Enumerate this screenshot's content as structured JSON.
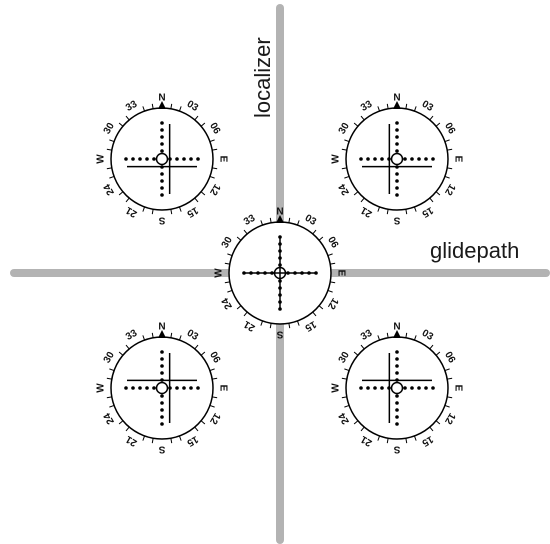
{
  "axes": {
    "vertical_label": "localizer",
    "horizontal_label": "glidepath",
    "line_color": "#b3b3b3"
  },
  "indicator": {
    "heading_labels": [
      "N",
      "03",
      "06",
      "E",
      "12",
      "15",
      "S",
      "21",
      "24",
      "W",
      "30",
      "33"
    ],
    "dot_count_per_arm": 5
  },
  "instruments": [
    {
      "id": "upper-left",
      "localizer_deflection": 0.25,
      "glideslope_deflection": 0.25
    },
    {
      "id": "upper-right",
      "localizer_deflection": -0.25,
      "glideslope_deflection": 0.25
    },
    {
      "id": "center",
      "localizer_deflection": 0,
      "glideslope_deflection": 0
    },
    {
      "id": "lower-left",
      "localizer_deflection": 0.25,
      "glideslope_deflection": -0.25
    },
    {
      "id": "lower-right",
      "localizer_deflection": -0.25,
      "glideslope_deflection": -0.25
    }
  ]
}
